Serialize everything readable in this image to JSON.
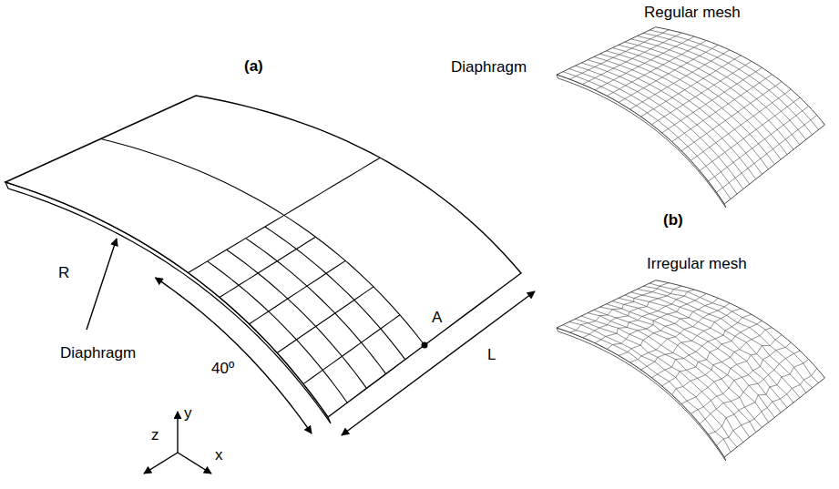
{
  "diagram": {
    "labels": [
      "Regular mesh",
      "Diaphragm",
      "(a)",
      "(b)",
      "A",
      "R",
      "Diaphragm",
      "40º",
      "L",
      "Irregular mesh",
      "z",
      "y",
      "x"
    ]
  }
}
